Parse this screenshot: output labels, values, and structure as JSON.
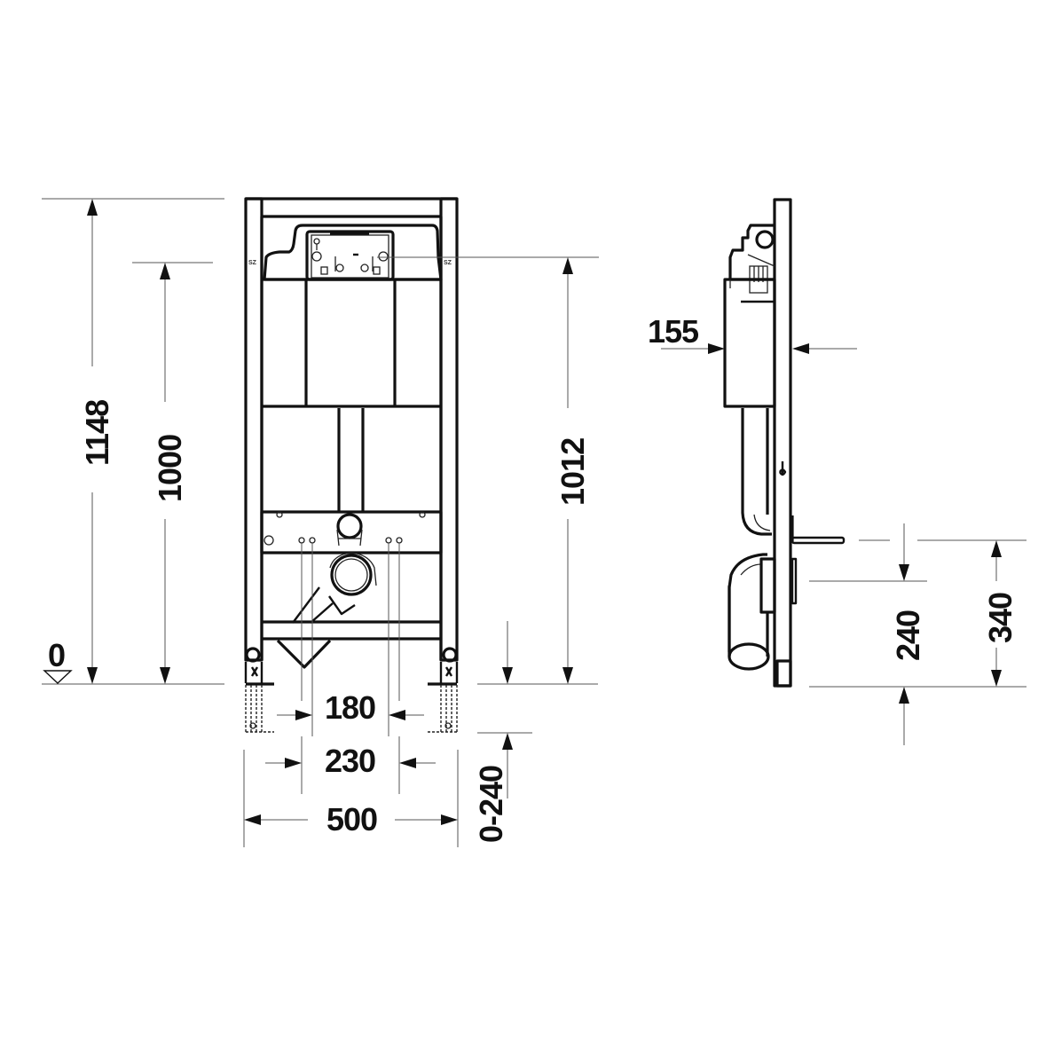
{
  "diagram": {
    "type": "technical-dimension-drawing",
    "subject": "wall-hung WC installation frame (front and side elevation)",
    "units": "mm",
    "colors": {
      "line": "#111111",
      "background": "#ffffff",
      "dim_line": "#555555"
    }
  },
  "front_view": {
    "dimensions": {
      "total_height": "1148",
      "flush_plate_height": "1000",
      "cistern_axis_height": "1012",
      "water_inlet_spacing": "180",
      "fixing_bolt_spacing": "230",
      "frame_width": "500",
      "foot_extension": "0-240"
    },
    "datum_label": "0",
    "frame_marks": [
      "SZ",
      "SZ"
    ]
  },
  "side_view": {
    "dimensions": {
      "cistern_depth": "155",
      "drain_axis_height": "240",
      "bolt_height": "340"
    }
  }
}
